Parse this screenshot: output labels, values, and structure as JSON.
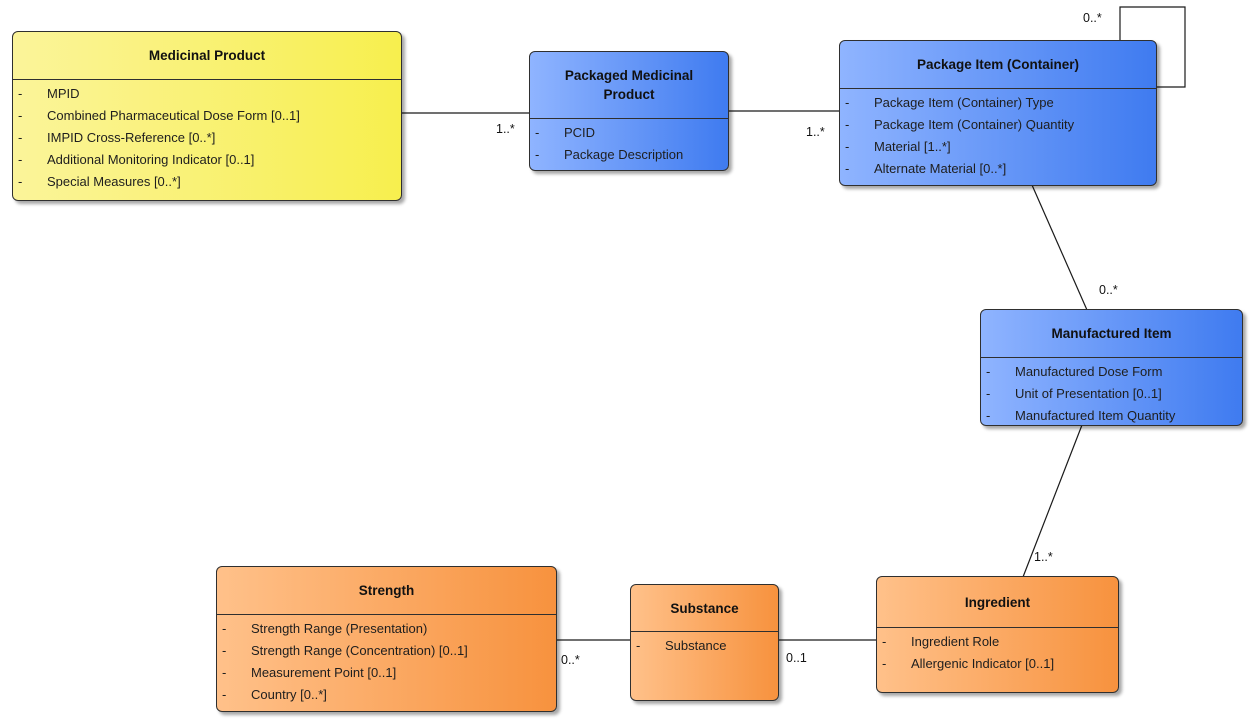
{
  "classes": {
    "medicinal_product": {
      "title": "Medicinal Product",
      "attributes": [
        "MPID",
        "Combined Pharmaceutical Dose Form [0..1]",
        "IMPID Cross-Reference [0..*]",
        "Additional Monitoring Indicator [0..1]",
        "Special Measures [0..*]"
      ]
    },
    "packaged_medicinal_product": {
      "title": "Packaged Medicinal Product",
      "attributes": [
        "PCID",
        "Package Description"
      ]
    },
    "package_item": {
      "title": "Package Item (Container)",
      "attributes": [
        "Package Item (Container) Type",
        "Package Item (Container) Quantity",
        "Material [1..*]",
        "Alternate Material [0..*]"
      ]
    },
    "manufactured_item": {
      "title": "Manufactured Item",
      "attributes": [
        "Manufactured Dose Form",
        "Unit of Presentation [0..1]",
        "Manufactured Item Quantity"
      ]
    },
    "ingredient": {
      "title": "Ingredient",
      "attributes": [
        "Ingredient Role",
        "Allergenic Indicator [0..1]"
      ]
    },
    "substance": {
      "title": "Substance",
      "attributes": [
        "Substance"
      ]
    },
    "strength": {
      "title": "Strength",
      "attributes": [
        "Strength Range (Presentation)",
        "Strength Range (Concentration) [0..1]",
        "Measurement Point [0..1]",
        "Country [0..*]"
      ]
    }
  },
  "multiplicities": {
    "medicinal_to_packaged": "1..*",
    "packaged_to_package_item": "1..*",
    "package_item_self": "0..*",
    "package_item_to_manufactured": "0..*",
    "manufactured_to_ingredient": "1..*",
    "ingredient_to_substance": "0..1",
    "substance_to_strength": "0..*"
  },
  "colors": {
    "yellow_class": "#f7ef4e",
    "blue_class": "#3f7bf0",
    "orange_class": "#f7923e",
    "line": "#1a1a1a"
  }
}
